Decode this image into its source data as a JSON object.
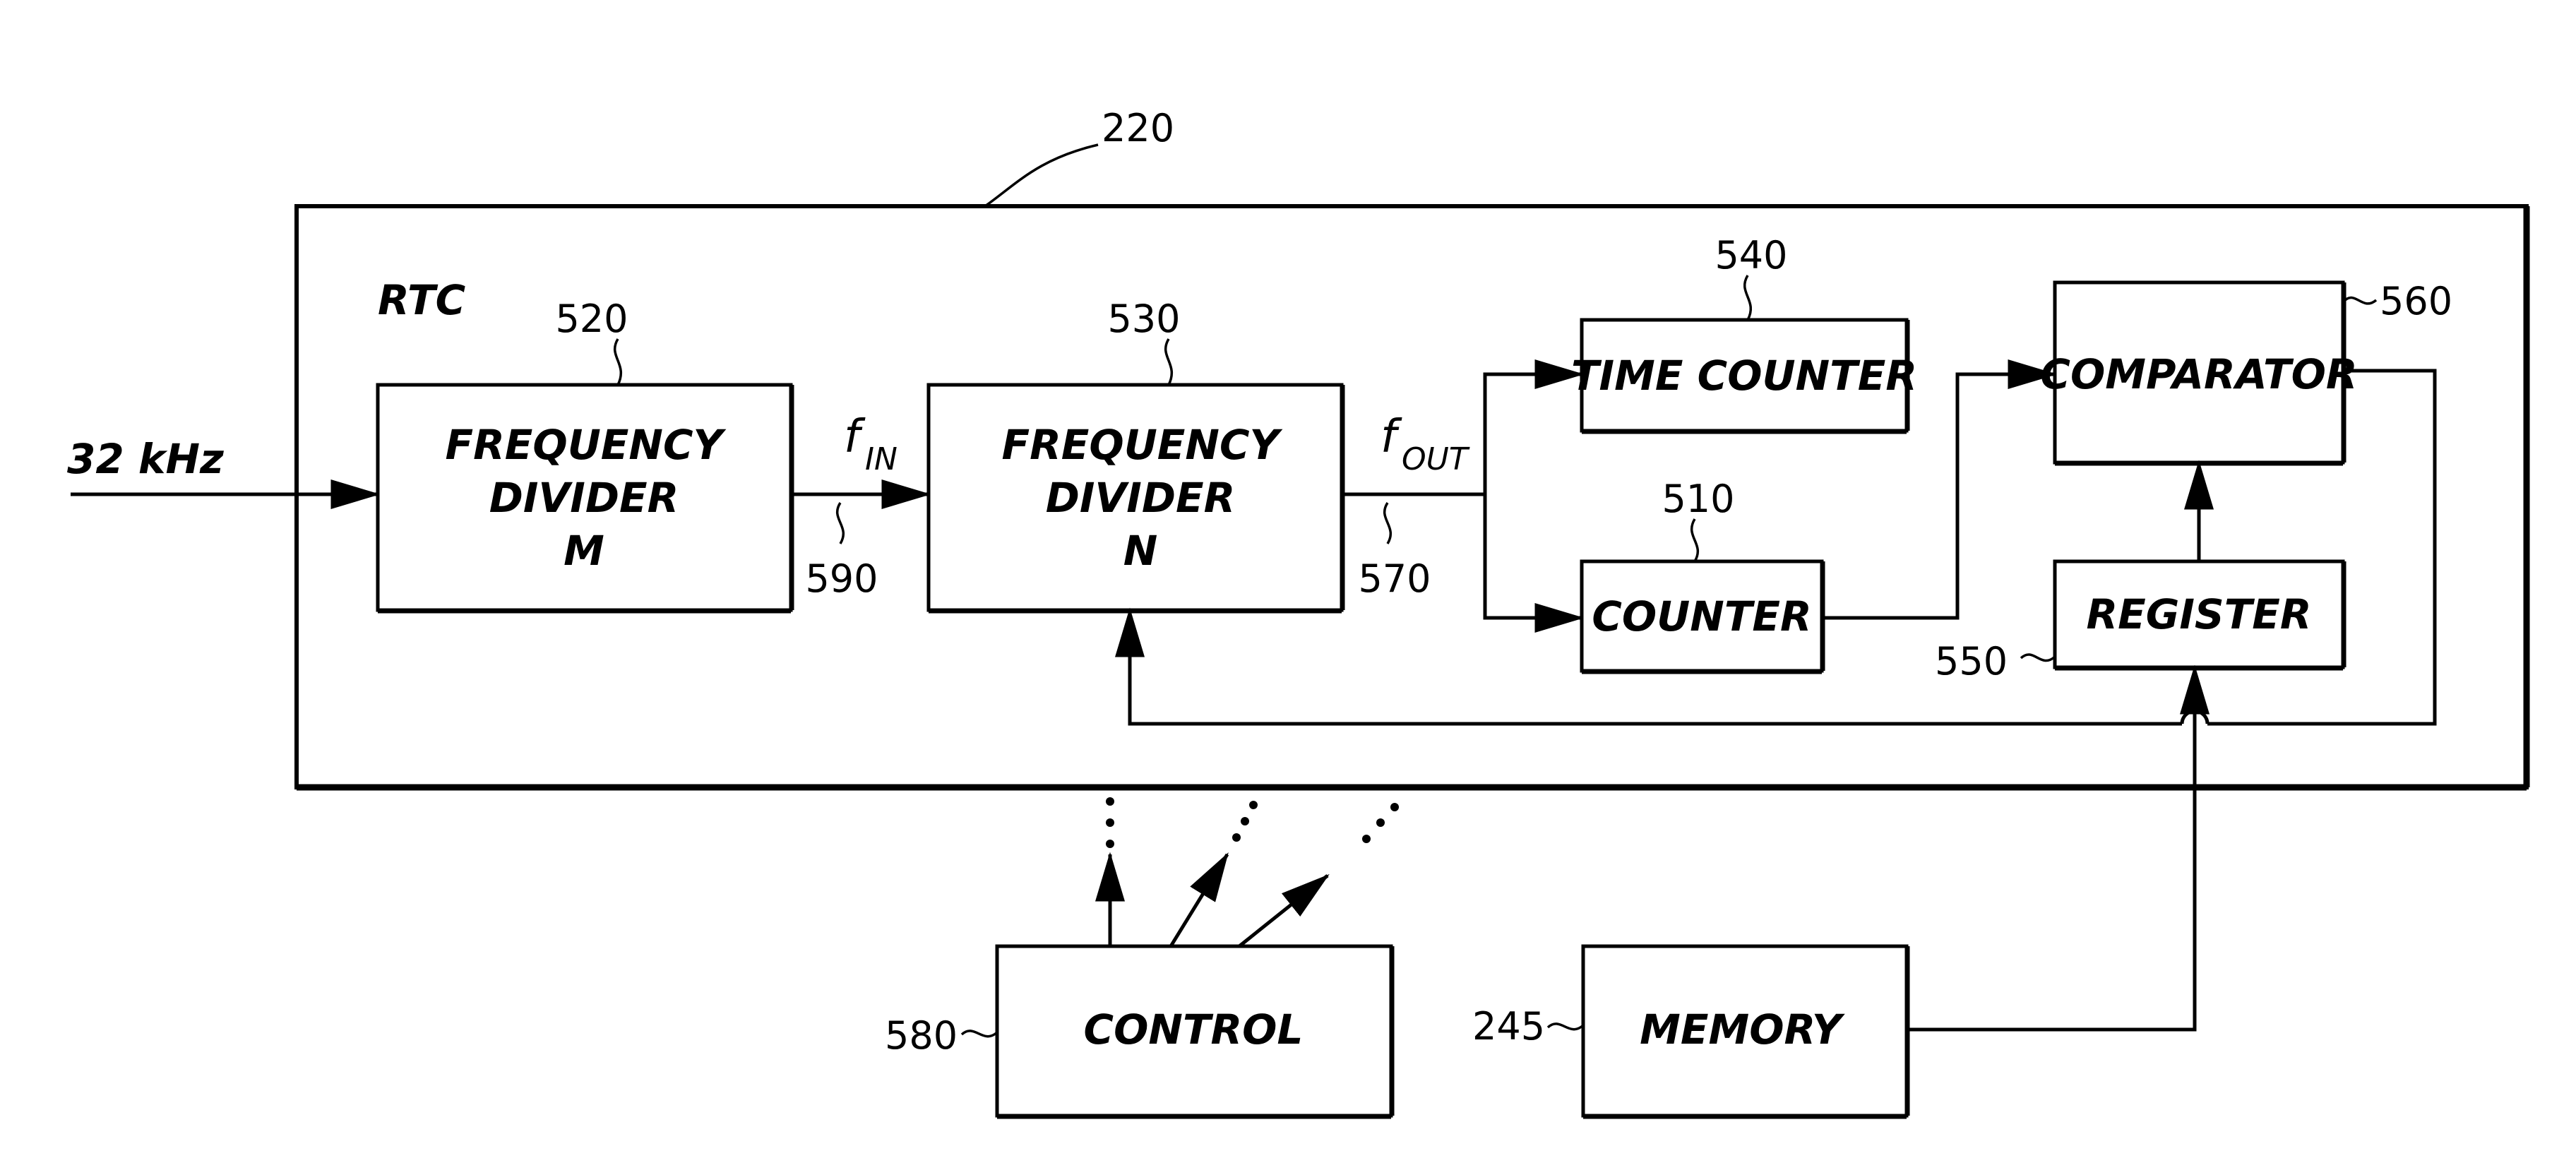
{
  "input_label": "32 kHz",
  "rtc": {
    "ref": "220",
    "label": "RTC"
  },
  "blocks": {
    "freq_divider_m": {
      "ref": "520",
      "line1": "FREQUENCY",
      "line2": "DIVIDER",
      "line3": "M"
    },
    "freq_divider_n": {
      "ref": "530",
      "line1": "FREQUENCY",
      "line2": "DIVIDER",
      "line3": "N"
    },
    "time_counter": {
      "ref": "540",
      "label": "TIME COUNTER"
    },
    "counter": {
      "ref": "510",
      "label": "COUNTER"
    },
    "comparator": {
      "ref": "560",
      "label": "COMPARATOR"
    },
    "register": {
      "ref": "550",
      "label": "REGISTER"
    },
    "control": {
      "ref": "580",
      "label": "CONTROL"
    },
    "memory": {
      "ref": "245",
      "label": "MEMORY"
    }
  },
  "signals": {
    "f_in": {
      "symbol": "f",
      "subscript": "IN",
      "ref": "590"
    },
    "f_out": {
      "symbol": "f",
      "subscript": "OUT",
      "ref": "570"
    }
  }
}
